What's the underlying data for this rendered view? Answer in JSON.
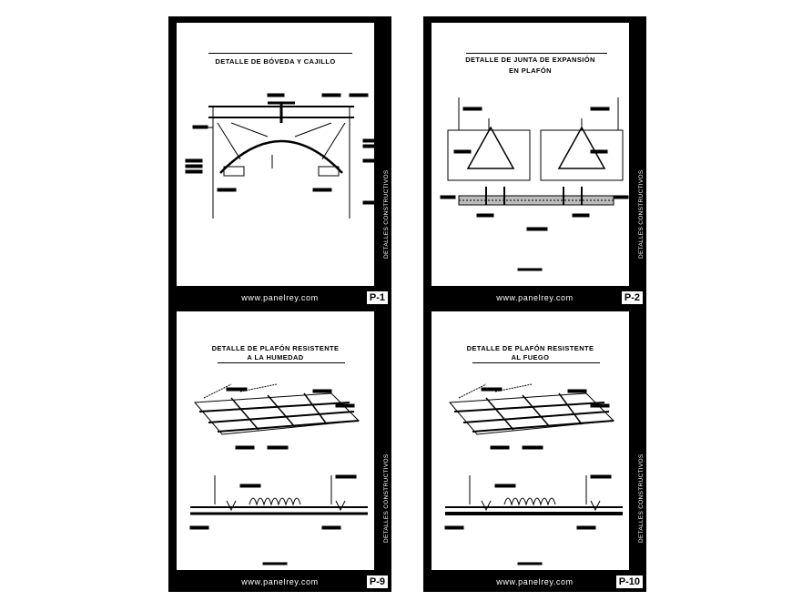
{
  "sheets": [
    {
      "title_lines": [
        "DETALLE DE BÓVEDA Y CAJILLO"
      ],
      "url": "www.panelrey.com",
      "code": "P-1",
      "side_label": "DETALLES CONSTRUCTIVOS"
    },
    {
      "title_lines": [
        "DETALLE DE JUNTA DE EXPANSIÓN",
        "EN PLAFÓN"
      ],
      "url": "www.panelrey.com",
      "code": "P-2",
      "side_label": "DETALLES CONSTRUCTIVOS"
    },
    {
      "title_lines": [
        "DETALLE DE PLAFÓN RESISTENTE",
        "A LA HUMEDAD"
      ],
      "url": "www.panelrey.com",
      "code": "P-9",
      "side_label": "DETALLES CONSTRUCTIVOS"
    },
    {
      "title_lines": [
        "DETALLE DE PLAFÓN RESISTENTE",
        "AL FUEGO"
      ],
      "url": "www.panelrey.com",
      "code": "P-10",
      "side_label": "DETALLES CONSTRUCTIVOS"
    }
  ],
  "colors": {
    "sheet_border": "#000000",
    "paper": "#ffffff",
    "ink": "#000000"
  }
}
